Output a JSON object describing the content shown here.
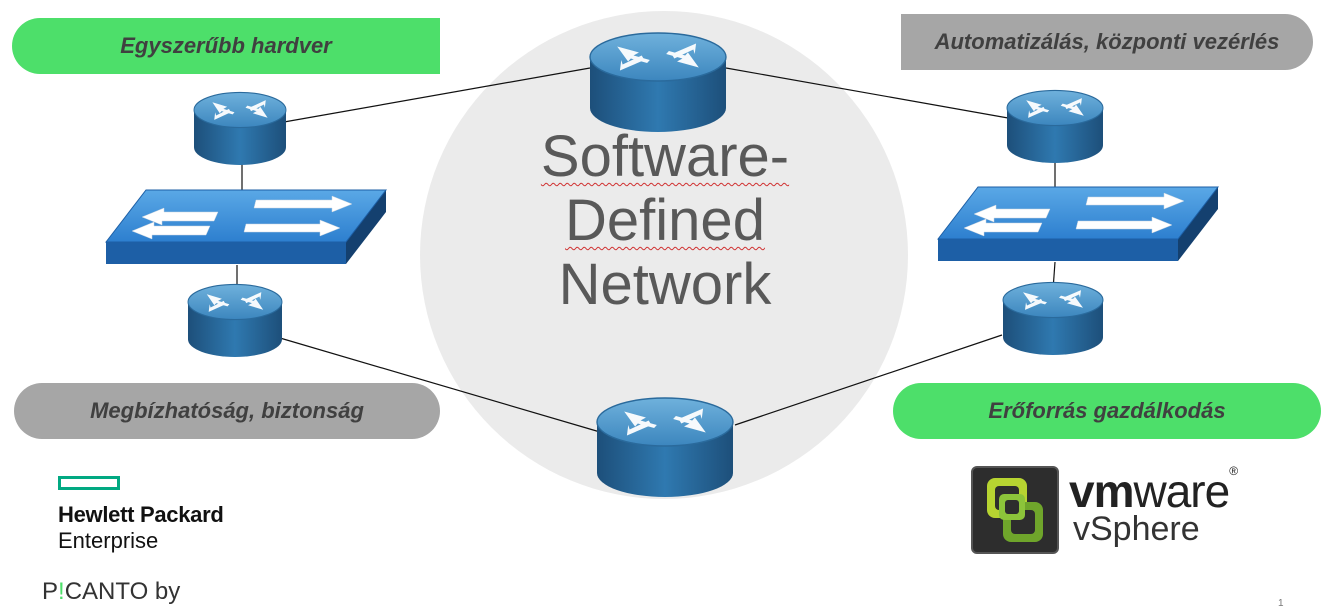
{
  "benefits": {
    "top_left": "Egyszerűbb hardver",
    "top_right": "Automatizálás, központi vezérlés",
    "bottom_left": "Megbízhatóság, biztonság",
    "bottom_right": "Erőforrás gazdálkodás"
  },
  "center": {
    "line1": "Software-",
    "line2": "Defined",
    "line3": "Network"
  },
  "logos": {
    "hpe_name": "Hewlett Packard",
    "hpe_sub": "Enterprise",
    "picanto_p": "P",
    "picanto_bang": "!",
    "picanto_rest": "CANTO by",
    "vmware_brand_bold": "vm",
    "vmware_brand_rest": "ware",
    "vmware_reg": "®",
    "vmware_product": "vSphere"
  },
  "page_number": "1",
  "colors": {
    "green_pill": "#4ddf6a",
    "gray_pill": "#a6a6a6",
    "device_blue": "#2b6fa3",
    "circle_gray": "#ebebeb"
  },
  "icons": [
    "router-icon",
    "switch-icon",
    "hpe-logo-icon",
    "vsphere-icon"
  ]
}
